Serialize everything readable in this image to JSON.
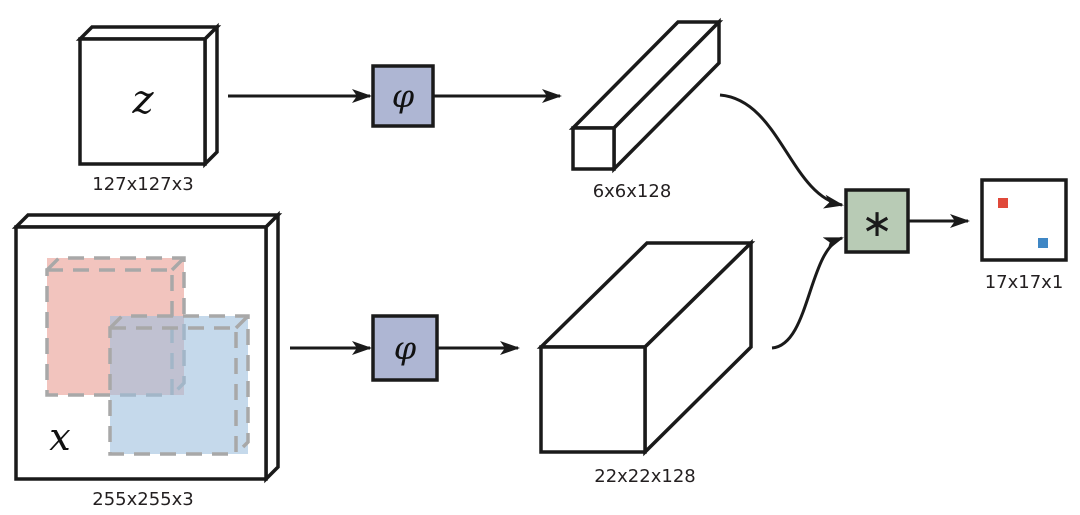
{
  "title": "Siamese fully-convolutional network architecture",
  "nodes": {
    "exemplar": {
      "symbol": "z",
      "size_label": "127x127x3"
    },
    "search": {
      "symbol": "x",
      "size_label": "255x255x3"
    },
    "embed_top": {
      "symbol": "φ"
    },
    "embed_bottom": {
      "symbol": "φ"
    },
    "feat_top": {
      "size_label": "6x6x128"
    },
    "feat_bottom": {
      "size_label": "22x22x128"
    },
    "xcorr": {
      "symbol": "∗"
    },
    "score_map": {
      "size_label": "17x17x1"
    }
  },
  "colors": {
    "phi_fill": "#aeb6d3",
    "xcorr_fill": "#b8cbb5",
    "red_region": "#f2c4be",
    "blue_region": "#c2d6e8",
    "red_marker": "#e0493a",
    "blue_marker": "#3f87c5",
    "outline": "#1a1a1a",
    "dashed": "#a8a8a8"
  }
}
